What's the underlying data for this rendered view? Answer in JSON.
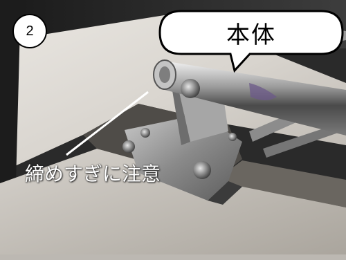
{
  "step": {
    "number": "2"
  },
  "callout": {
    "label": "本体"
  },
  "annotation": {
    "label": "締めすぎに注意"
  },
  "colors": {
    "badge_fill": "#ffffff",
    "outline": "#000000",
    "annotation_text": "#ffffff"
  },
  "icons": {
    "badge": "circle-number",
    "callout": "speech-bubble"
  }
}
